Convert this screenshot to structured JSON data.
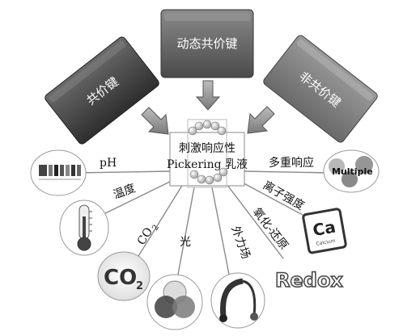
{
  "top_boxes": {
    "dynamic": "动态共价键",
    "covalent": "共价键",
    "noncovalent": "非共价键"
  },
  "center": {
    "line1": "刺激响应性",
    "line2": "Pickering 乳液"
  },
  "stimuli": {
    "ph": "pH",
    "temperature": "温度",
    "co2": "CO",
    "co2_sub": "2",
    "light": "光",
    "external_field": "外力场",
    "redox": "氧化-还原",
    "ionic_strength": "离子强度",
    "multiple": "多重响应"
  },
  "icons": {
    "multiple_text": "Multiple",
    "calcium_symbol": "Ca",
    "calcium_name": "Calcium",
    "redox_text": "Redox",
    "co2_main": "CO",
    "co2_sub": "2"
  }
}
